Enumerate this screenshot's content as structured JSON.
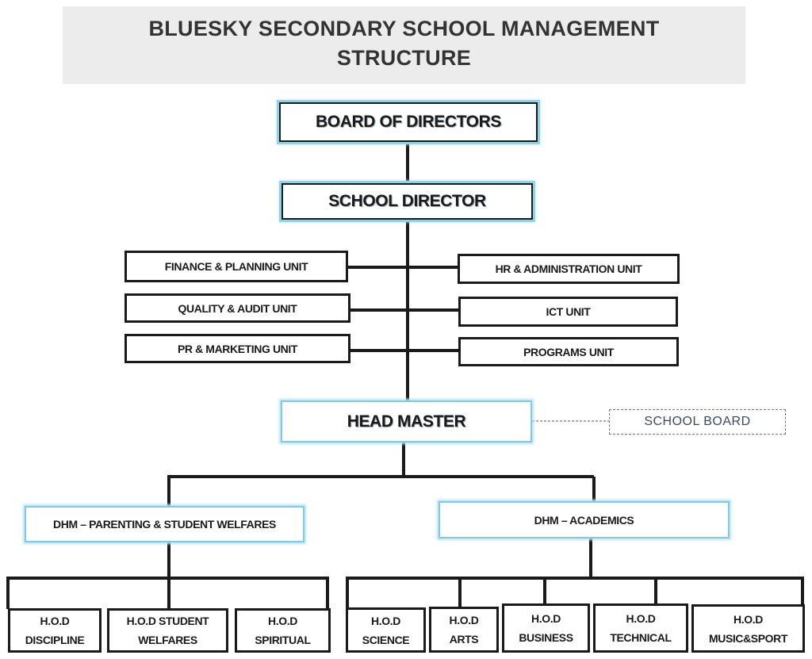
{
  "title": {
    "line1": "BLUESKY SECONDARY SCHOOL MANAGEMENT",
    "line2": "STRUCTURE"
  },
  "nodes": {
    "board_of_directors": "BOARD OF DIRECTORS",
    "school_director": "SCHOOL DIRECTOR",
    "finance_planning": "FINANCE & PLANNING UNIT",
    "hr_administration": "HR & ADMINISTRATION UNIT",
    "quality_audit": "QUALITY & AUDIT UNIT",
    "ict": "ICT UNIT",
    "pr_marketing": "PR & MARKETING UNIT",
    "programs": "PROGRAMS UNIT",
    "head_master": "HEAD MASTER",
    "school_board": "SCHOOL BOARD",
    "dhm_parenting": "DHM – PARENTING & STUDENT WELFARES",
    "dhm_academics": "DHM – ACADEMICS"
  },
  "hods": {
    "discipline": [
      "H.O.D",
      "DISCIPLINE"
    ],
    "student_welfares": [
      "H.O.D STUDENT",
      "WELFARES"
    ],
    "spiritual": [
      "H.O.D",
      "SPIRITUAL"
    ],
    "science": [
      "H.O.D",
      "SCIENCE"
    ],
    "arts": [
      "H.O.D",
      "ARTS"
    ],
    "business": [
      "H.O.D",
      "BUSINESS"
    ],
    "technical": [
      "H.O.D",
      "TECHNICAL"
    ],
    "music_sport": [
      "H.O.D",
      "MUSIC&SPORT"
    ]
  },
  "colors": {
    "line": "#1a1a1a",
    "glow": "#8fd3e8",
    "title_band": "#ececec"
  }
}
